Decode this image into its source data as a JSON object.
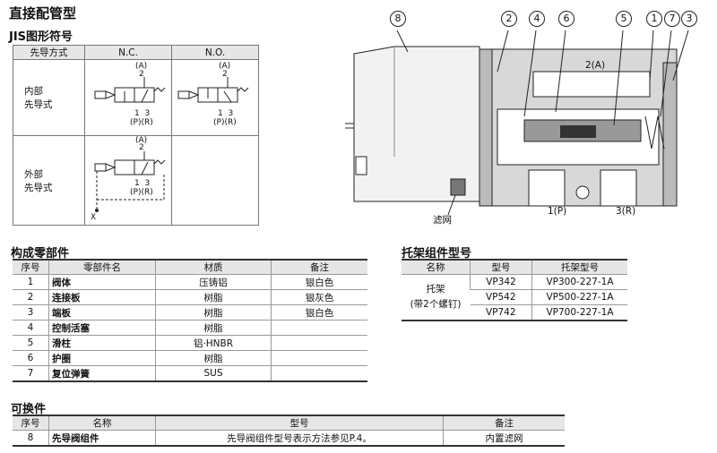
{
  "title": "直接配管型",
  "jis": {
    "title": "JIS图形符号",
    "headers": [
      "先导方式",
      "N.C.",
      "N.O."
    ],
    "row_internal": "内部\n先导式",
    "row_external": "外部\n先导式",
    "sym": {
      "a": "(A)",
      "two": "2",
      "ports": "1  3",
      "pr": "(P)(R)",
      "x": "X"
    }
  },
  "diagram": {
    "callouts": [
      "8",
      "2",
      "4",
      "6",
      "5",
      "1",
      "7",
      "3"
    ],
    "port_a": "2(A)",
    "port_p": "1(P)",
    "port_r": "3(R)",
    "filter": "滤网"
  },
  "parts": {
    "title": "构成零部件",
    "headers": [
      "序号",
      "零部件名",
      "材质",
      "备注"
    ],
    "rows": [
      [
        "1",
        "阀体",
        "压铸铝",
        "银白色"
      ],
      [
        "2",
        "连接板",
        "树脂",
        "银灰色"
      ],
      [
        "3",
        "端板",
        "树脂",
        "银白色"
      ],
      [
        "4",
        "控制活塞",
        "树脂",
        ""
      ],
      [
        "5",
        "滑柱",
        "铝·HNBR",
        ""
      ],
      [
        "6",
        "护圈",
        "树脂",
        ""
      ],
      [
        "7",
        "复位弹簧",
        "SUS",
        ""
      ]
    ]
  },
  "bracket": {
    "title": "托架组件型号",
    "headers": [
      "名称",
      "型号",
      "托架型号"
    ],
    "name_line1": "托架",
    "name_line2": "(带2个螺钉)",
    "rows": [
      [
        "VP342",
        "VP300-227-1A"
      ],
      [
        "VP542",
        "VP500-227-1A"
      ],
      [
        "VP742",
        "VP700-227-1A"
      ]
    ]
  },
  "replace": {
    "title": "可换件",
    "headers": [
      "序号",
      "名称",
      "型号",
      "备注"
    ],
    "rows": [
      [
        "8",
        "先导阀组件",
        "先导阀组件型号表示方法参见P.4。",
        "内置滤网"
      ]
    ]
  }
}
